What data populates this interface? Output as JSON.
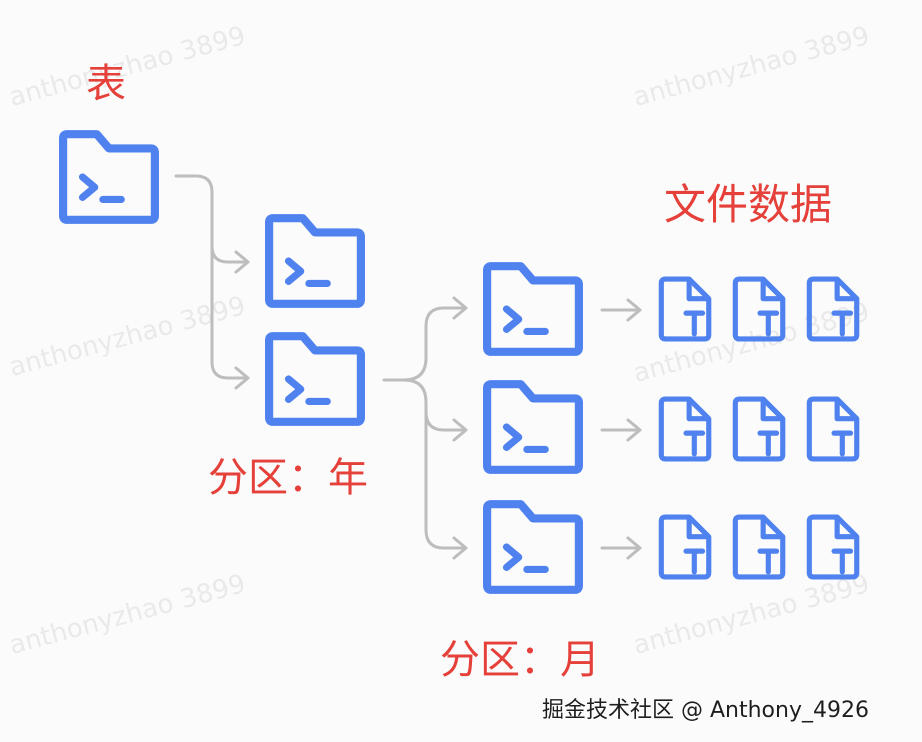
{
  "labels": {
    "table": "表",
    "file_data": "文件数据",
    "partition_year": "分区：年",
    "partition_month": "分区：月"
  },
  "watermark": {
    "repeated": "anthonyzhao 3899",
    "credit": "掘金技术社区 @ Anthony_4926"
  },
  "colors": {
    "icon_blue": "#4f82ef",
    "label_red": "#e5403a",
    "connector_gray": "#bdbdbd"
  },
  "icons": {
    "folder": "terminal-folder-icon",
    "file": "text-file-icon"
  }
}
